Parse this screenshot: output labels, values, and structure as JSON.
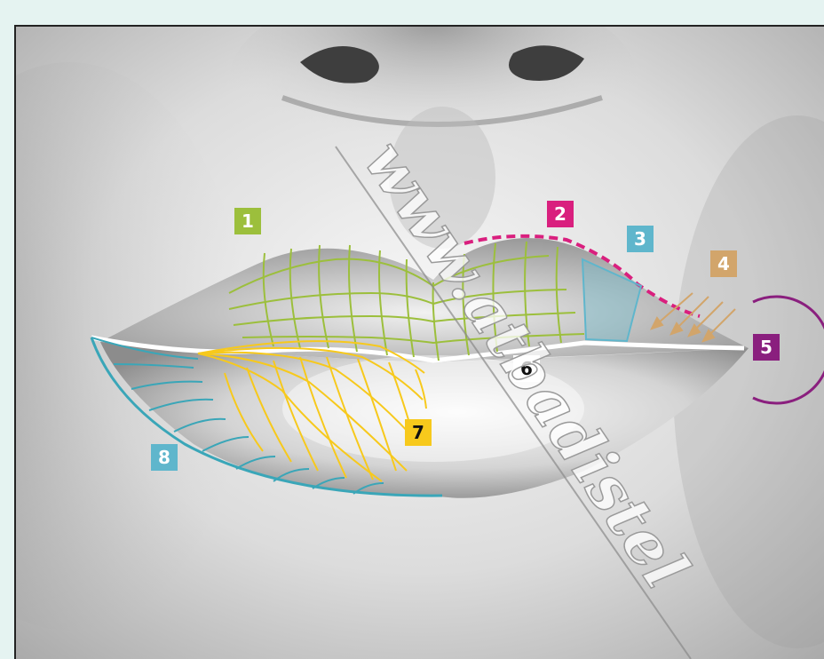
{
  "labels": [
    {
      "id": "1",
      "text": "1",
      "color": "#9cbf3c",
      "text_color": "#ffffff"
    },
    {
      "id": "2",
      "text": "2",
      "color": "#d91f7e",
      "text_color": "#ffffff"
    },
    {
      "id": "3",
      "text": "3",
      "color": "#5fb6cc",
      "text_color": "#ffffff"
    },
    {
      "id": "4",
      "text": "4",
      "color": "#d2a56b",
      "text_color": "#ffffff"
    },
    {
      "id": "5",
      "text": "5",
      "color": "#8a1f7e",
      "text_color": "#ffffff"
    },
    {
      "id": "6",
      "text": "6",
      "color": "#ffffff",
      "text_color": "#111111"
    },
    {
      "id": "7",
      "text": "7",
      "color": "#f7c91c",
      "text_color": "#111111"
    },
    {
      "id": "8",
      "text": "8",
      "color": "#5fb6cc",
      "text_color": "#ffffff"
    }
  ],
  "overlay_colors": {
    "upper_lip_grid": "#9cbf3c",
    "vermilion_border": "#d91f7e",
    "philtrum_patch": "#5fb6cc",
    "corner_arrows": "#d2a56b",
    "commissure_ring": "#8a1f7e",
    "lower_lip_grid": "#f7c91c",
    "lower_outline": "#3aa6b8",
    "lip_line": "#ffffff"
  },
  "watermark": {
    "text": "www.atbadistel"
  }
}
